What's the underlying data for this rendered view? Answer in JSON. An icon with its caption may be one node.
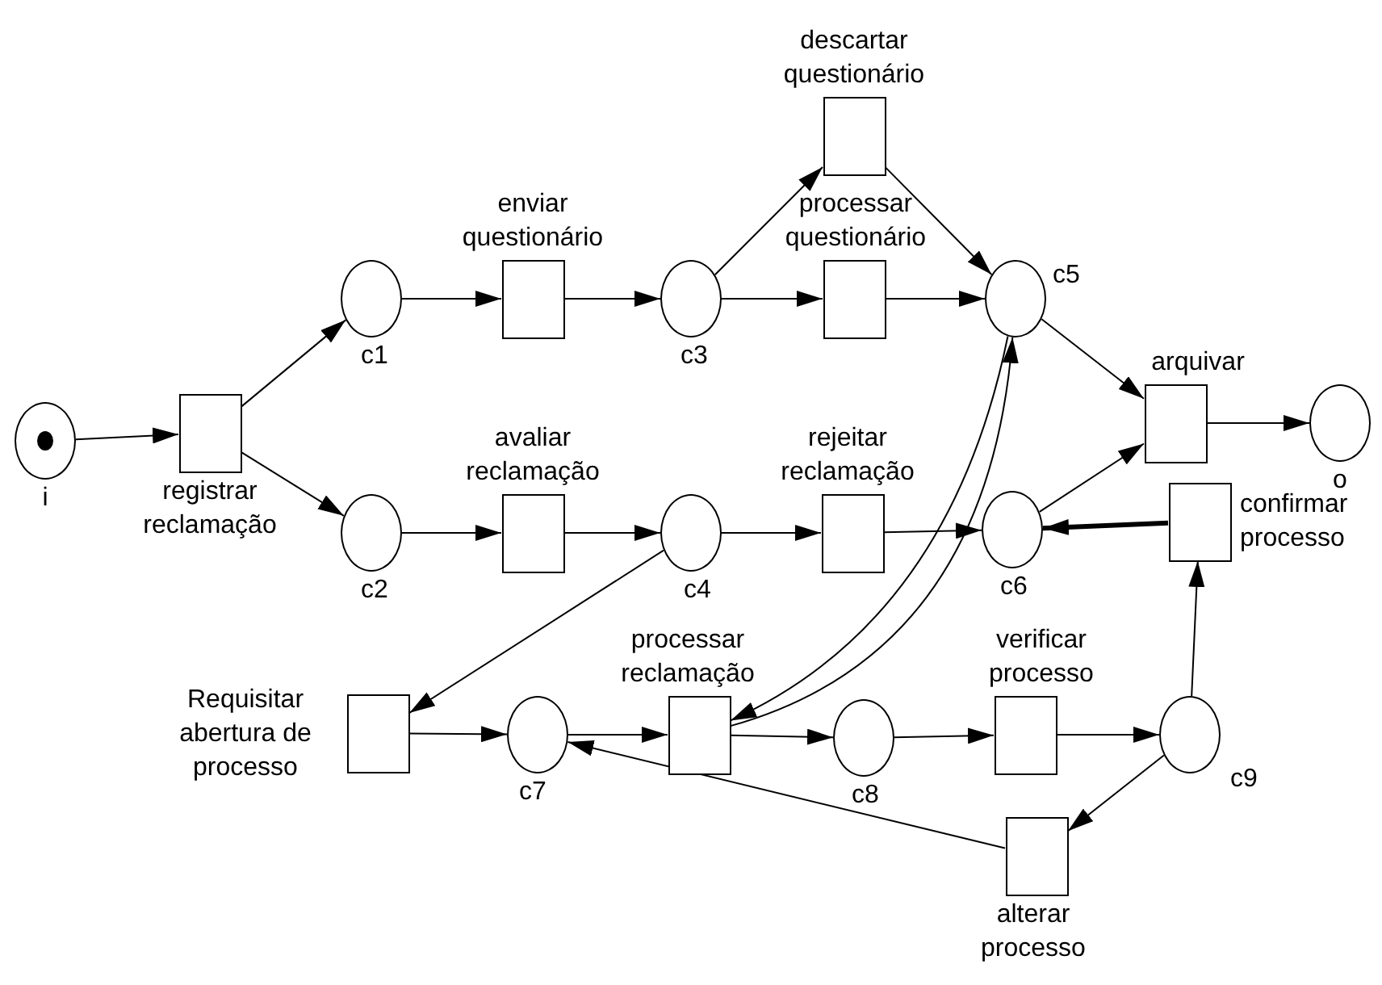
{
  "diagram": {
    "nodes": [
      {
        "text": [],
        "shape": "circle",
        "beside": [
          "i"
        ]
      },
      {
        "text": [],
        "shape": "box",
        "beside": [
          "registrar reclamação"
        ]
      },
      {
        "text": [],
        "shape": "circle",
        "beside": [
          "c1"
        ]
      },
      {
        "text": [],
        "shape": "box",
        "beside": [
          "enviar questionário"
        ]
      },
      {
        "text": [],
        "shape": "circle",
        "beside": [
          "c3"
        ]
      },
      {
        "text": [],
        "shape": "box",
        "beside": [
          "descartar questionário"
        ]
      },
      {
        "text": [],
        "shape": "box",
        "beside": [
          "processar questionário"
        ]
      },
      {
        "text": [],
        "shape": "circle",
        "beside": [
          "c5"
        ]
      },
      {
        "text": [],
        "shape": "box",
        "beside": [
          "arquivar"
        ]
      },
      {
        "text": [],
        "shape": "circle",
        "beside": [
          "o"
        ]
      },
      {
        "text": [],
        "shape": "circle",
        "beside": [
          "c2"
        ]
      },
      {
        "text": [],
        "shape": "box",
        "beside": [
          "avaliar reclamação"
        ]
      },
      {
        "text": [],
        "shape": "circle",
        "beside": [
          "c4"
        ]
      },
      {
        "text": [],
        "shape": "box",
        "beside": [
          "rejeitar reclamação"
        ]
      },
      {
        "text": [],
        "shape": "circle",
        "beside": [
          "c6"
        ]
      },
      {
        "text": [],
        "shape": "box",
        "beside": [
          "confirmar processo"
        ]
      },
      {
        "text": [],
        "shape": "box",
        "beside": [
          "Requisitar abertura de processo"
        ]
      },
      {
        "text": [],
        "shape": "circle",
        "beside": [
          "c7"
        ]
      },
      {
        "text": [],
        "shape": "box",
        "beside": [
          "processar reclamação"
        ]
      },
      {
        "text": [],
        "shape": "circle",
        "beside": [
          "c8"
        ]
      },
      {
        "text": [],
        "shape": "box",
        "beside": [
          "verificar processo"
        ]
      },
      {
        "text": [],
        "shape": "circle",
        "beside": [
          "c9"
        ]
      },
      {
        "text": [],
        "shape": "box",
        "beside": [
          "alterar processo"
        ]
      }
    ],
    "edges": [
      {
        "from": 0,
        "to": 1,
        "arrow": "to"
      },
      {
        "from": 1,
        "to": 2,
        "arrow": "to"
      },
      {
        "from": 1,
        "to": 10,
        "arrow": "to"
      },
      {
        "from": 2,
        "to": 3,
        "arrow": "to"
      },
      {
        "from": 3,
        "to": 4,
        "arrow": "to"
      },
      {
        "from": 4,
        "to": 5,
        "arrow": "to"
      },
      {
        "from": 4,
        "to": 6,
        "arrow": "to"
      },
      {
        "from": 5,
        "to": 7,
        "arrow": "to"
      },
      {
        "from": 6,
        "to": 7,
        "arrow": "to"
      },
      {
        "from": 7,
        "to": 8,
        "arrow": "to"
      },
      {
        "from": 8,
        "to": 9,
        "arrow": "to"
      },
      {
        "from": 10,
        "to": 11,
        "arrow": "to"
      },
      {
        "from": 11,
        "to": 12,
        "arrow": "to"
      },
      {
        "from": 12,
        "to": 13,
        "arrow": "to"
      },
      {
        "from": 13,
        "to": 14,
        "arrow": "to"
      },
      {
        "from": 14,
        "to": 8,
        "arrow": "to"
      },
      {
        "from": 15,
        "to": 14,
        "arrow": "to",
        "style": "thick"
      },
      {
        "from": 12,
        "to": 16,
        "arrow": "to"
      },
      {
        "from": 16,
        "to": 17,
        "arrow": "to"
      },
      {
        "from": 17,
        "to": 18,
        "arrow": "to"
      },
      {
        "from": 7,
        "to": 18,
        "arrow": "to"
      },
      {
        "from": 18,
        "to": 7,
        "arrow": "to"
      },
      {
        "from": 18,
        "to": 19,
        "arrow": "to"
      },
      {
        "from": 19,
        "to": 20,
        "arrow": "to"
      },
      {
        "from": 20,
        "to": 21,
        "arrow": "to"
      },
      {
        "from": 21,
        "to": 15,
        "arrow": "to"
      },
      {
        "from": 21,
        "to": 22,
        "arrow": "to"
      },
      {
        "from": 22,
        "to": 17,
        "arrow": "to"
      }
    ]
  }
}
